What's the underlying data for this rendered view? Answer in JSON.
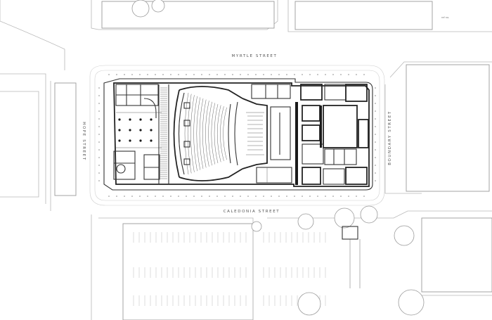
{
  "streets": {
    "north": "MYRTLE STREET",
    "south": "CALEDONIA STREET",
    "west": "HOPE STREET",
    "east": "BOUNDARY STREET"
  },
  "corner_label": "ref no.",
  "colors": {
    "background": "#ffffff",
    "heavy_wall": "#1a1a1a",
    "context_line": "#b8b8b8"
  }
}
